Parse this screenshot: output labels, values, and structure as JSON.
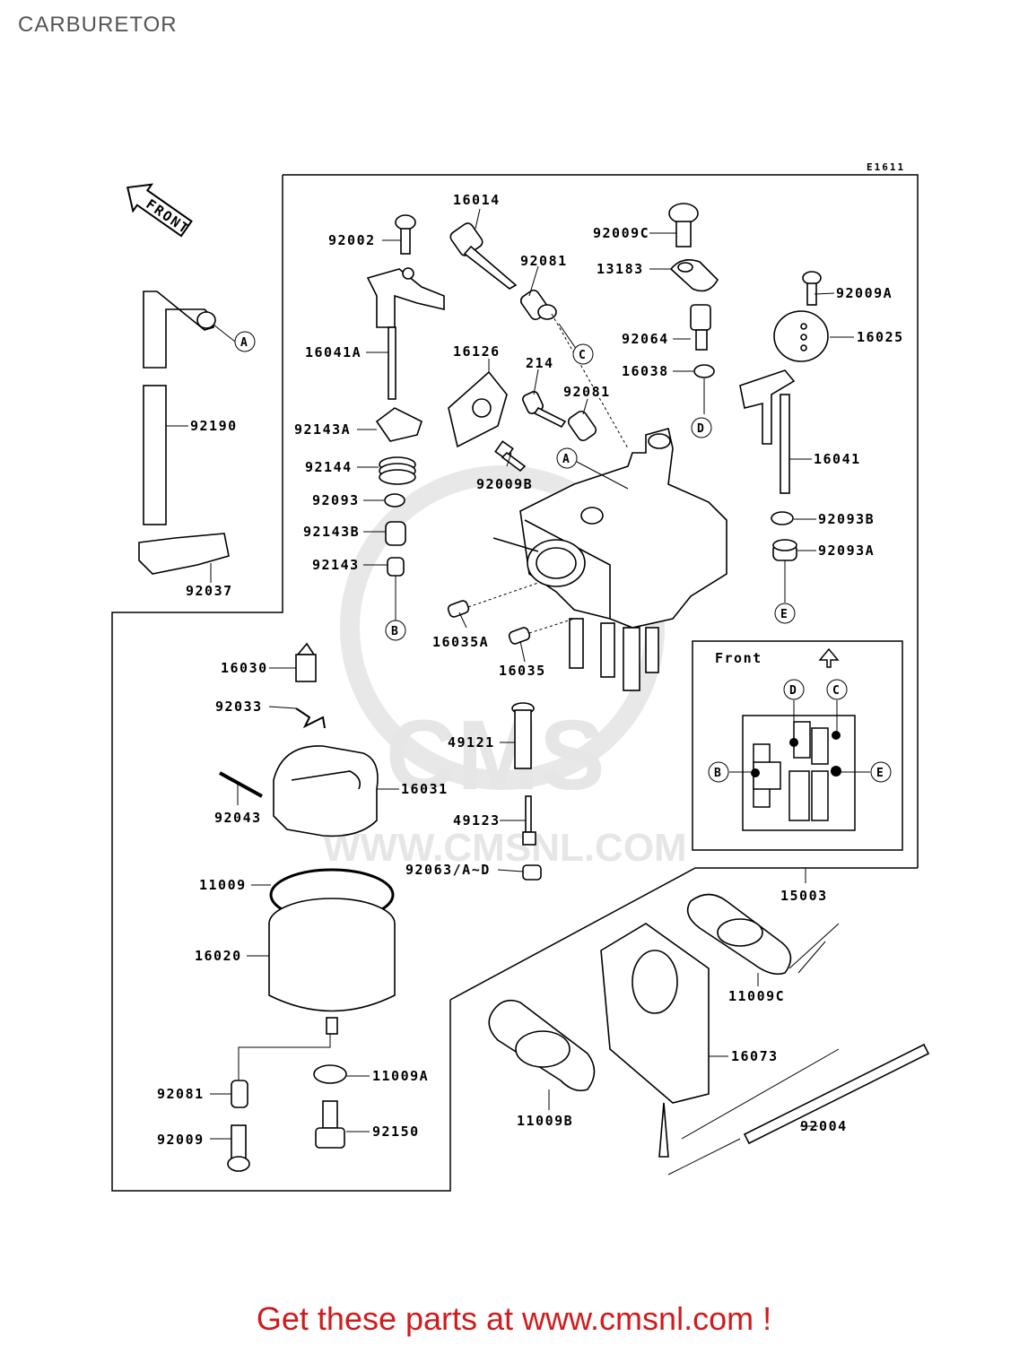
{
  "page": {
    "title": "CARBURETOR",
    "diagram_code": "E1611"
  },
  "front_arrow_label": "FRONT",
  "inset": {
    "title": "Front",
    "markers": [
      "D",
      "C",
      "B",
      "E"
    ]
  },
  "watermark": {
    "logo": "CMS",
    "url": "WWW.CMSNL.COM"
  },
  "parts": {
    "p92002": "92002",
    "p16014": "16014",
    "p92081_top": "92081",
    "p92009C": "92009C",
    "p13183": "13183",
    "p92009A": "92009A",
    "p16025": "16025",
    "p16041A": "16041A",
    "p16126": "16126",
    "p214": "214",
    "p92081_mid": "92081",
    "p92064": "92064",
    "p16038": "16038",
    "p92143A": "92143A",
    "p92144": "92144",
    "p92009B": "92009B",
    "p16041": "16041",
    "p92093": "92093",
    "p92143B": "92143B",
    "p92143": "92143",
    "p92093B": "92093B",
    "p92093A": "92093A",
    "p16035A": "16035A",
    "p16035": "16035",
    "p92190": "92190",
    "p92037": "92037",
    "p16030": "16030",
    "p92033": "92033",
    "p49121": "49121",
    "p92043": "92043",
    "p16031": "16031",
    "p49123": "49123",
    "p92063": "92063/A~D",
    "p11009": "11009",
    "p15003": "15003",
    "p16020": "16020",
    "p11009C": "11009C",
    "p16073": "16073",
    "p92081_bot": "92081",
    "p11009A": "11009A",
    "p92150": "92150",
    "p92009": "92009",
    "p11009B": "11009B",
    "p92004": "92004"
  },
  "callouts": {
    "A": "A",
    "B": "B",
    "C": "C",
    "D": "D",
    "E": "E"
  },
  "footer": "Get these parts at www.cmsnl.com !"
}
